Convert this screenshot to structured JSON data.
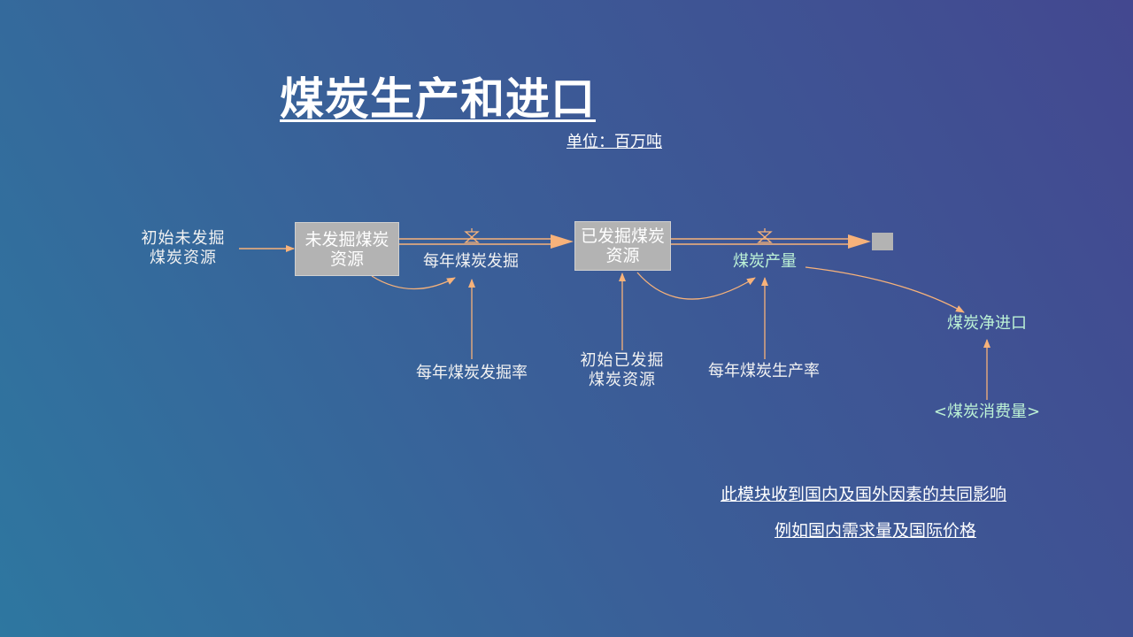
{
  "title": "煤炭生产和进口",
  "unit": "单位：百万吨",
  "stocks": {
    "undeveloped": "未发掘煤炭\n资源",
    "developed": "已发掘煤炭\n资源"
  },
  "variables": {
    "initial_undeveloped": "初始未发掘\n煤炭资源",
    "annual_mining": "每年煤炭发掘",
    "annual_mining_rate": "每年煤炭发掘率",
    "initial_developed": "初始已发掘\n煤炭资源",
    "coal_output": "煤炭产量",
    "annual_production_rate": "每年煤炭生产率",
    "net_import": "煤炭净进口",
    "consumption": "<煤炭消费量>"
  },
  "notes": {
    "line1": "此模块收到国内及国外因素的共同影响",
    "line2": "例如国内需求量及国际价格"
  },
  "colors": {
    "arrow": "#f7b27a",
    "stock_fill": "#b3b3b3",
    "highlight_text": "#bdf3d6"
  }
}
